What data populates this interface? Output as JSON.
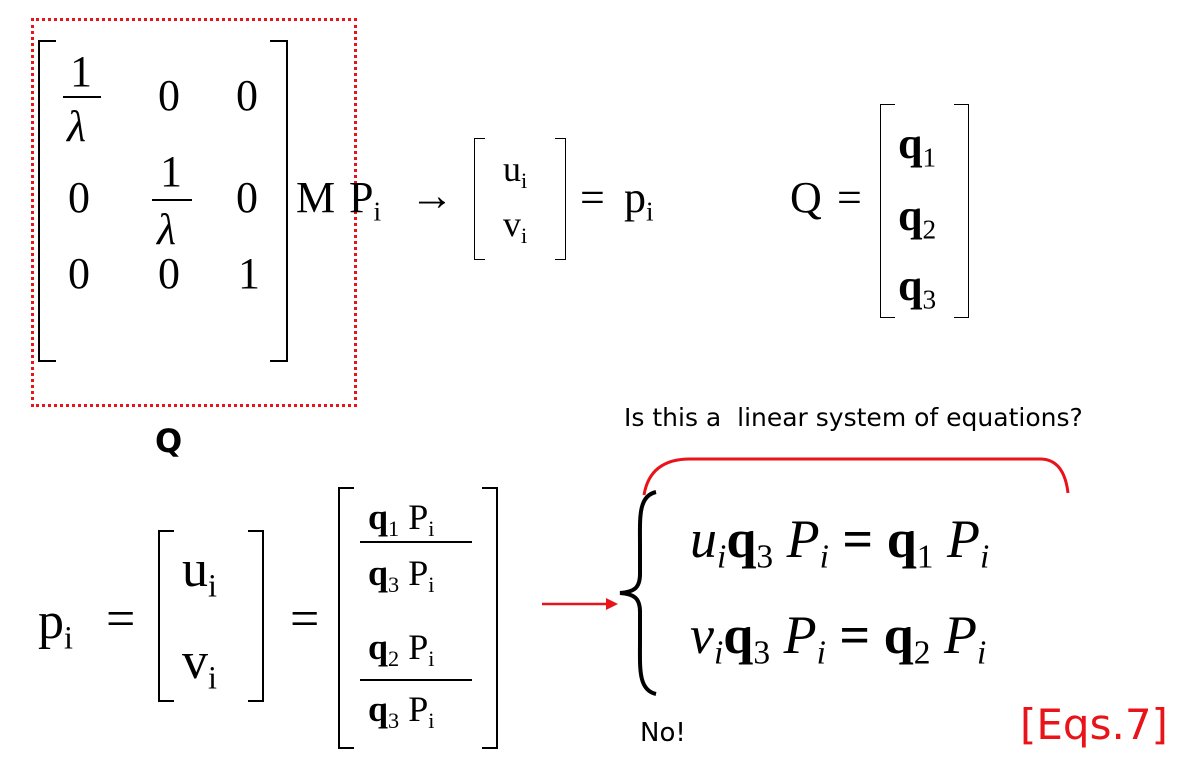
{
  "matrix": {
    "one": "1",
    "zero": "0",
    "lambda": "λ"
  },
  "projection": {
    "M": "M",
    "P": "P",
    "sub_i": "i",
    "arrow": "→",
    "u": "u",
    "v": "v",
    "equals": "=",
    "p": "p"
  },
  "Q_def": {
    "Q": "Q",
    "equals": "=",
    "q": "q",
    "sub1": "1",
    "sub2": "2",
    "sub3": "3"
  },
  "box_label": "Q",
  "question": "Is this a  linear system of equations?",
  "answer": "No!",
  "eq_tag": "[Eqs.7]",
  "colors": {
    "accent": "#e8141a",
    "text": "#000000"
  }
}
